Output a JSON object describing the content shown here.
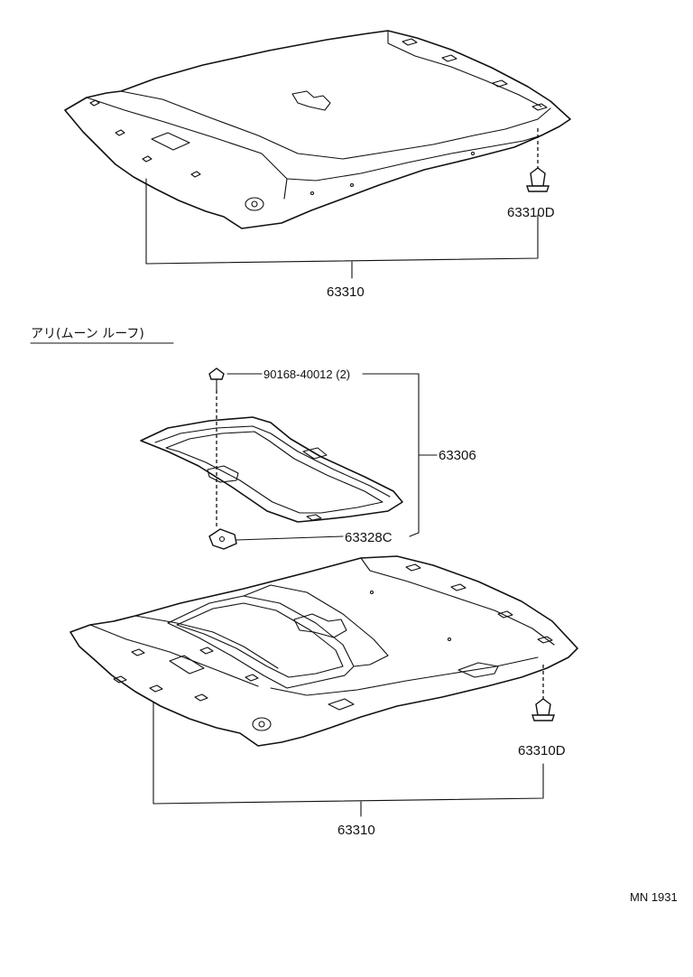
{
  "labels": {
    "upper_clip": "63310D",
    "upper_headliner": "63310",
    "section_heading": "アリ(ムーン ルーフ)",
    "screw": "90168-40012 (2)",
    "sunshade_assy": "63306",
    "holder": "63328C",
    "lower_clip": "63310D",
    "lower_headliner": "63310",
    "diagram_code": "MN 1931"
  }
}
